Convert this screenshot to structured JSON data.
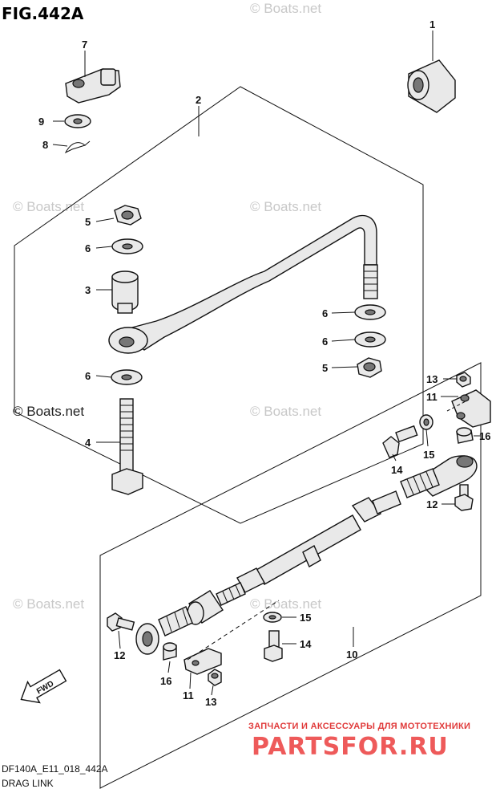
{
  "figure": {
    "title": "FIG.442A"
  },
  "footer": {
    "code": "DF140A_E11_018_442A",
    "caption": "DRAG LINK"
  },
  "watermarks": [
    {
      "text": "© Boats.net"
    },
    {
      "text": "© Boats.net"
    },
    {
      "text": "© Boats.net"
    },
    {
      "text": "© Boats.net"
    },
    {
      "text": "© Boats.net"
    },
    {
      "text": "© Boats.net"
    },
    {
      "text": "© Boats.net"
    }
  ],
  "advert": {
    "line1": "ЗАПЧАСТИ И АКСЕССУАРЫ ДЛЯ МОТОТЕХНИКИ",
    "line2": "PARTSFOR.RU"
  },
  "fwd": {
    "label": "FWD"
  },
  "callouts": [
    "1",
    "2",
    "7",
    "9",
    "8",
    "5",
    "6",
    "3",
    "6",
    "6",
    "5",
    "6",
    "4",
    "13",
    "11",
    "16",
    "14",
    "15",
    "12",
    "10",
    "15",
    "14",
    "12",
    "16",
    "11",
    "13"
  ],
  "colors": {
    "line": "#111111",
    "part_fill": "#e9e9e9",
    "watermark": "#c8c8c8",
    "advert": "#e03a3a"
  }
}
